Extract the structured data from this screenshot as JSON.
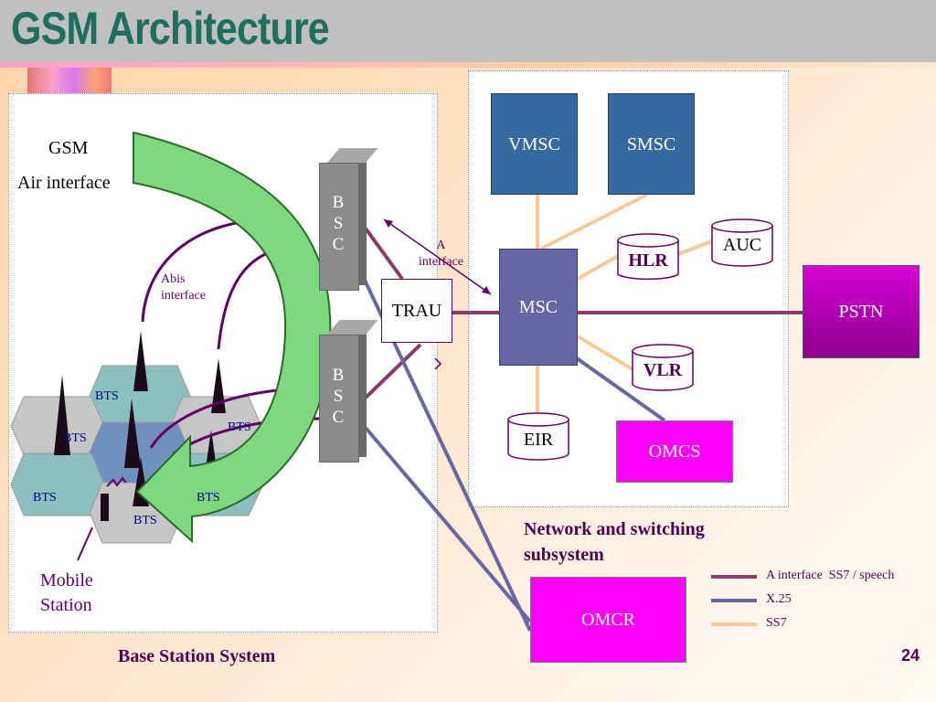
{
  "slide": {
    "title": "GSM Architecture",
    "page_number": "24"
  },
  "bss": {
    "gsm_label": "GSM",
    "air_interface_label": "Air interface",
    "abis_label_1": "Abis",
    "abis_label_2": "interface",
    "bts_label": "BTS",
    "bsc_label_letters": [
      "B",
      "S",
      "C"
    ],
    "mobile_station_line1": "Mobile",
    "mobile_station_line2": "Station",
    "caption": "Base Station System"
  },
  "trau": {
    "label": "TRAU"
  },
  "a_interface": {
    "line1": "A",
    "line2": "interface"
  },
  "nss": {
    "vmsc": "VMSC",
    "smsc": "SMSC",
    "msc": "MSC",
    "hlr": "HLR",
    "auc": "AUC",
    "vlr": "VLR",
    "eir": "EIR",
    "omcs": "OMCS",
    "caption_line1": "Network and switching",
    "caption_line2": "subsystem"
  },
  "pstn": {
    "label": "PSTN"
  },
  "omcr": {
    "label": "OMCR"
  },
  "legend": [
    {
      "label": "A interface  SS7 / speech",
      "color": "#8c3a6a"
    },
    {
      "label": "X.25",
      "color": "#6868a0"
    },
    {
      "label": "SS7",
      "color": "#ffc898"
    }
  ],
  "colors": {
    "title": "#1f6f60",
    "a_interface_line": "#8c3a6a",
    "x25_line": "#6868a0",
    "ss7_line": "#ffc898",
    "arrow_green": "#7ed87e",
    "caption": "#500050"
  }
}
